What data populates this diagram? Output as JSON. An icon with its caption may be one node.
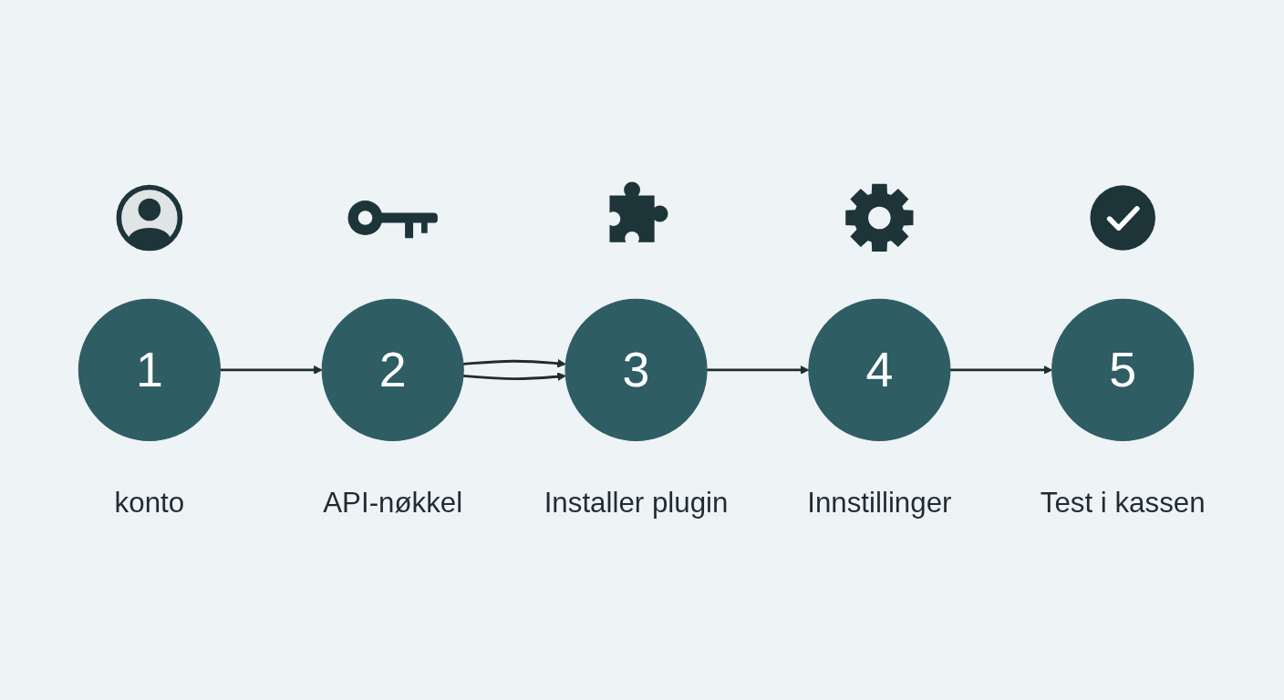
{
  "diagram": {
    "nodes": [
      {
        "text": [
          "1"
        ],
        "beside": [
          "konto"
        ]
      },
      {
        "text": [
          "2"
        ],
        "beside": [
          "API-nøkkel"
        ]
      },
      {
        "text": [
          "3"
        ],
        "beside": [
          "Installer plugin"
        ]
      },
      {
        "text": [
          "4"
        ],
        "beside": [
          "Innstillinger"
        ]
      },
      {
        "text": [
          "5"
        ],
        "beside": [
          "Test i kassen"
        ]
      }
    ],
    "edges": [
      {
        "from": 0,
        "to": 1,
        "arrow": "to"
      },
      {
        "from": 1,
        "to": 2,
        "arrow": "to"
      },
      {
        "from": 1,
        "to": 2,
        "arrow": "to"
      },
      {
        "from": 2,
        "to": 3,
        "arrow": "to"
      },
      {
        "from": 3,
        "to": 4,
        "arrow": "to"
      }
    ]
  }
}
